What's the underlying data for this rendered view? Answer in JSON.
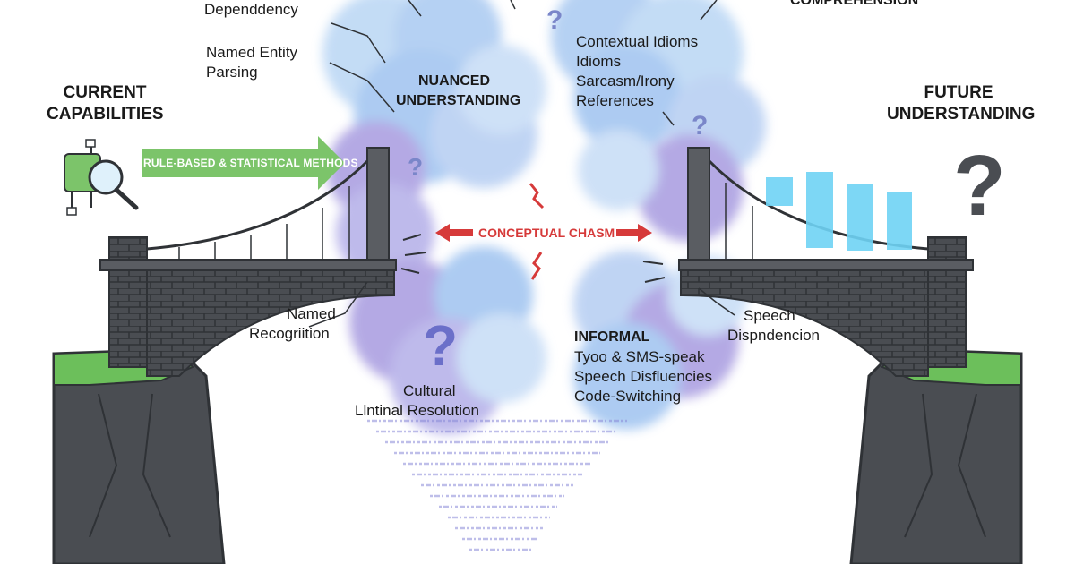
{
  "left_title": [
    "CURRENT",
    "CAPABILITIES"
  ],
  "right_title": [
    "FUTURE",
    "UNDERSTANDING"
  ],
  "top_right_fragment": "COMPREHENSION",
  "arrow_label": "RULE-BASED & STATISTICAL METHODS",
  "chasm_label": "CONCEPTUAL CHASM",
  "left_cloud": {
    "items": [
      "Dependdency",
      "Named Entity",
      "Parsing"
    ],
    "heading": [
      "NUANCED",
      "UNDERSTANDING"
    ]
  },
  "right_cloud_top": {
    "items": [
      "Contextual Idioms",
      "Idioms",
      "Sarcasm/Irony",
      "References"
    ]
  },
  "lower_left": {
    "items": [
      "Named",
      "Recogriition"
    ]
  },
  "lower_left_cloud": {
    "items": [
      "Cultural",
      "Llntinal Resolution"
    ]
  },
  "lower_right_cloud": {
    "heading": "INFORMAL",
    "items": [
      "Tyoo & SMS-speak",
      "Speech Disfluencies",
      "Code-Switching"
    ]
  },
  "lower_right": {
    "items": [
      "Speech",
      "Dispndencion"
    ]
  },
  "colors": {
    "stone": "#4a4d52",
    "stone_dark": "#2f3236",
    "grass": "#6cbf5b",
    "arrow": "#7cc46a",
    "cloud_blue": "#9fc3f0",
    "cloud_purple": "#a79be0",
    "cyan": "#6fd3f5",
    "red": "#d63a3a"
  }
}
